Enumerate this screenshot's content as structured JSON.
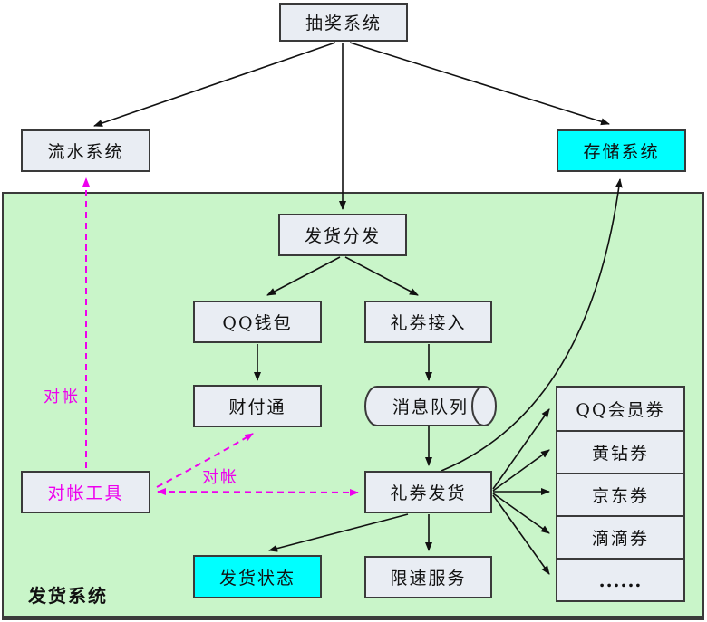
{
  "diagram": {
    "region_label": "发货系统",
    "nodes": {
      "lottery": "抽奖系统",
      "flow_system": "流水系统",
      "storage_system": "存储系统",
      "dispatch": "发货分发",
      "qq_wallet": "QQ钱包",
      "coupon_access": "礼券接入",
      "tenpay": "财付通",
      "message_queue": "消息队列",
      "recon_tool": "对帐工具",
      "coupon_delivery": "礼券发货",
      "delivery_status": "发货状态",
      "rate_limit": "限速服务",
      "coupons": [
        "QQ会员券",
        "黄钻券",
        "京东券",
        "滴滴券",
        "......"
      ]
    },
    "edge_labels": {
      "recon_flow": "对帐",
      "recon_tenpay": "对帐"
    },
    "colors": {
      "background": "#ffffff",
      "region_fill": "#c9f5c9",
      "node_fill": "#e9edf3",
      "highlight_fill": "#00ffff",
      "recon_accent": "#ee00ee",
      "line": "#111111"
    }
  }
}
